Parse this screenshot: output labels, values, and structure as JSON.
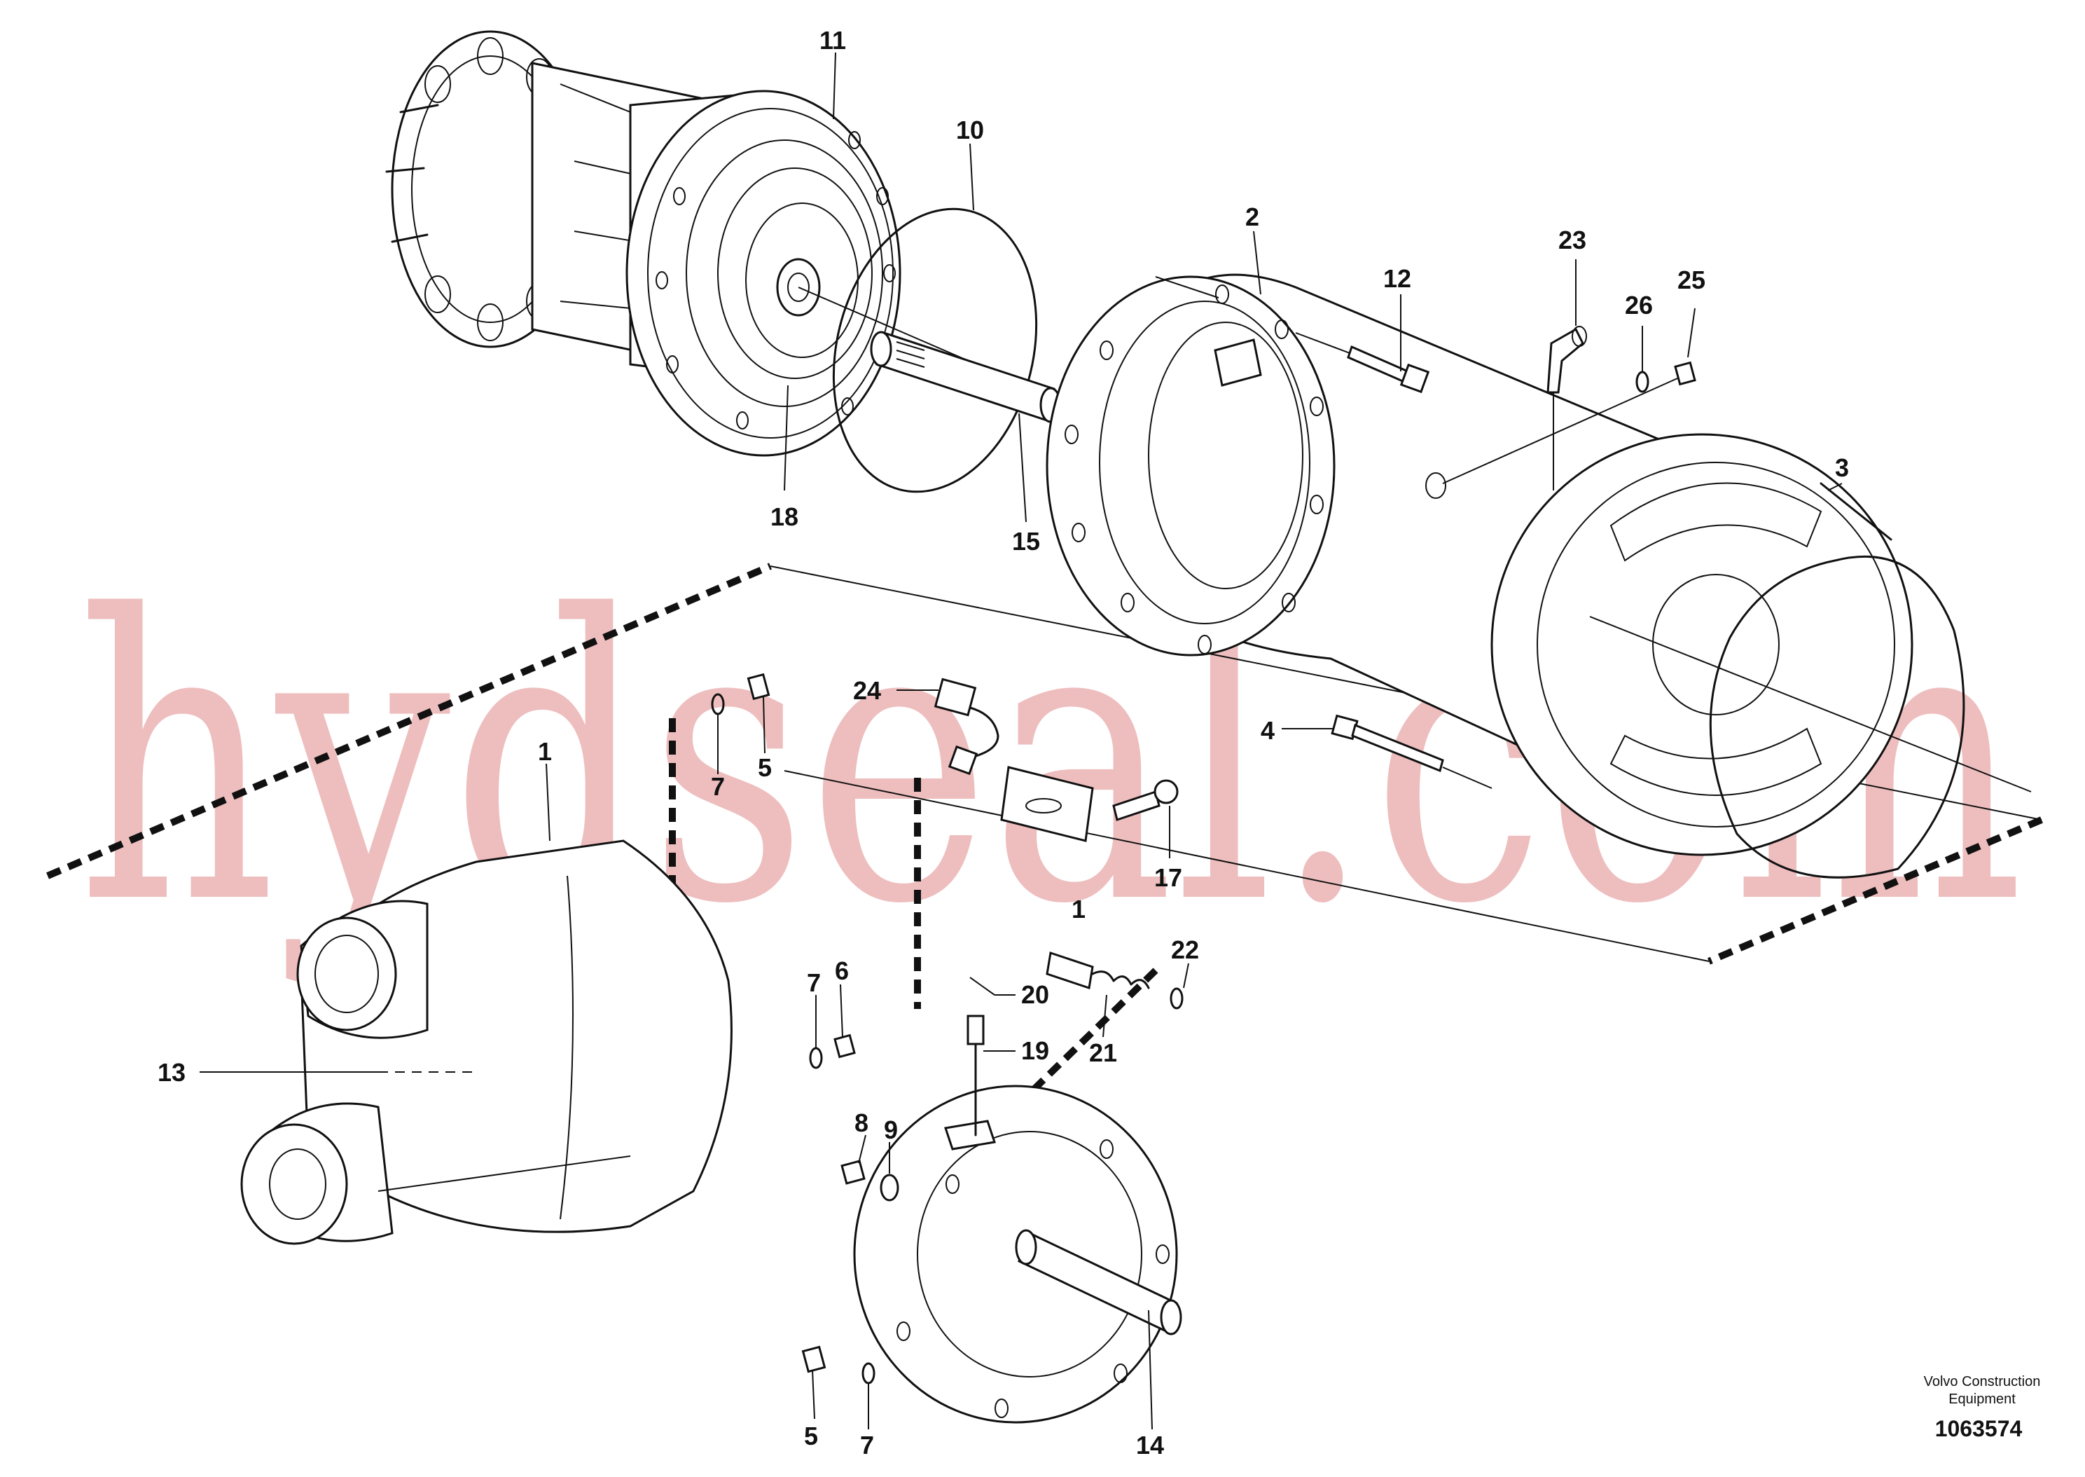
{
  "watermark": "hydseal.com",
  "credit_line1": "Volvo Construction",
  "credit_line2": "Equipment",
  "document_number": "1063574",
  "callouts": [
    {
      "id": "c11",
      "label": "11"
    },
    {
      "id": "c10",
      "label": "10"
    },
    {
      "id": "c18",
      "label": "18"
    },
    {
      "id": "c15",
      "label": "15"
    },
    {
      "id": "c2",
      "label": "2"
    },
    {
      "id": "c12",
      "label": "12"
    },
    {
      "id": "c23",
      "label": "23"
    },
    {
      "id": "c26",
      "label": "26"
    },
    {
      "id": "c25",
      "label": "25"
    },
    {
      "id": "c3",
      "label": "3"
    },
    {
      "id": "c4",
      "label": "4"
    },
    {
      "id": "c24",
      "label": "24"
    },
    {
      "id": "c1",
      "label": "1"
    },
    {
      "id": "c7a",
      "label": "7"
    },
    {
      "id": "c5a",
      "label": "5"
    },
    {
      "id": "c17",
      "label": "17"
    },
    {
      "id": "c16",
      "label": "1"
    },
    {
      "id": "c22",
      "label": "22"
    },
    {
      "id": "c7b",
      "label": "7"
    },
    {
      "id": "c6",
      "label": "6"
    },
    {
      "id": "c20",
      "label": "20"
    },
    {
      "id": "c21",
      "label": "21"
    },
    {
      "id": "c19",
      "label": "19"
    },
    {
      "id": "c13",
      "label": "13"
    },
    {
      "id": "c8",
      "label": "8"
    },
    {
      "id": "c9",
      "label": "9"
    },
    {
      "id": "c5b",
      "label": "5"
    },
    {
      "id": "c7c",
      "label": "7"
    },
    {
      "id": "c14",
      "label": "14"
    }
  ]
}
